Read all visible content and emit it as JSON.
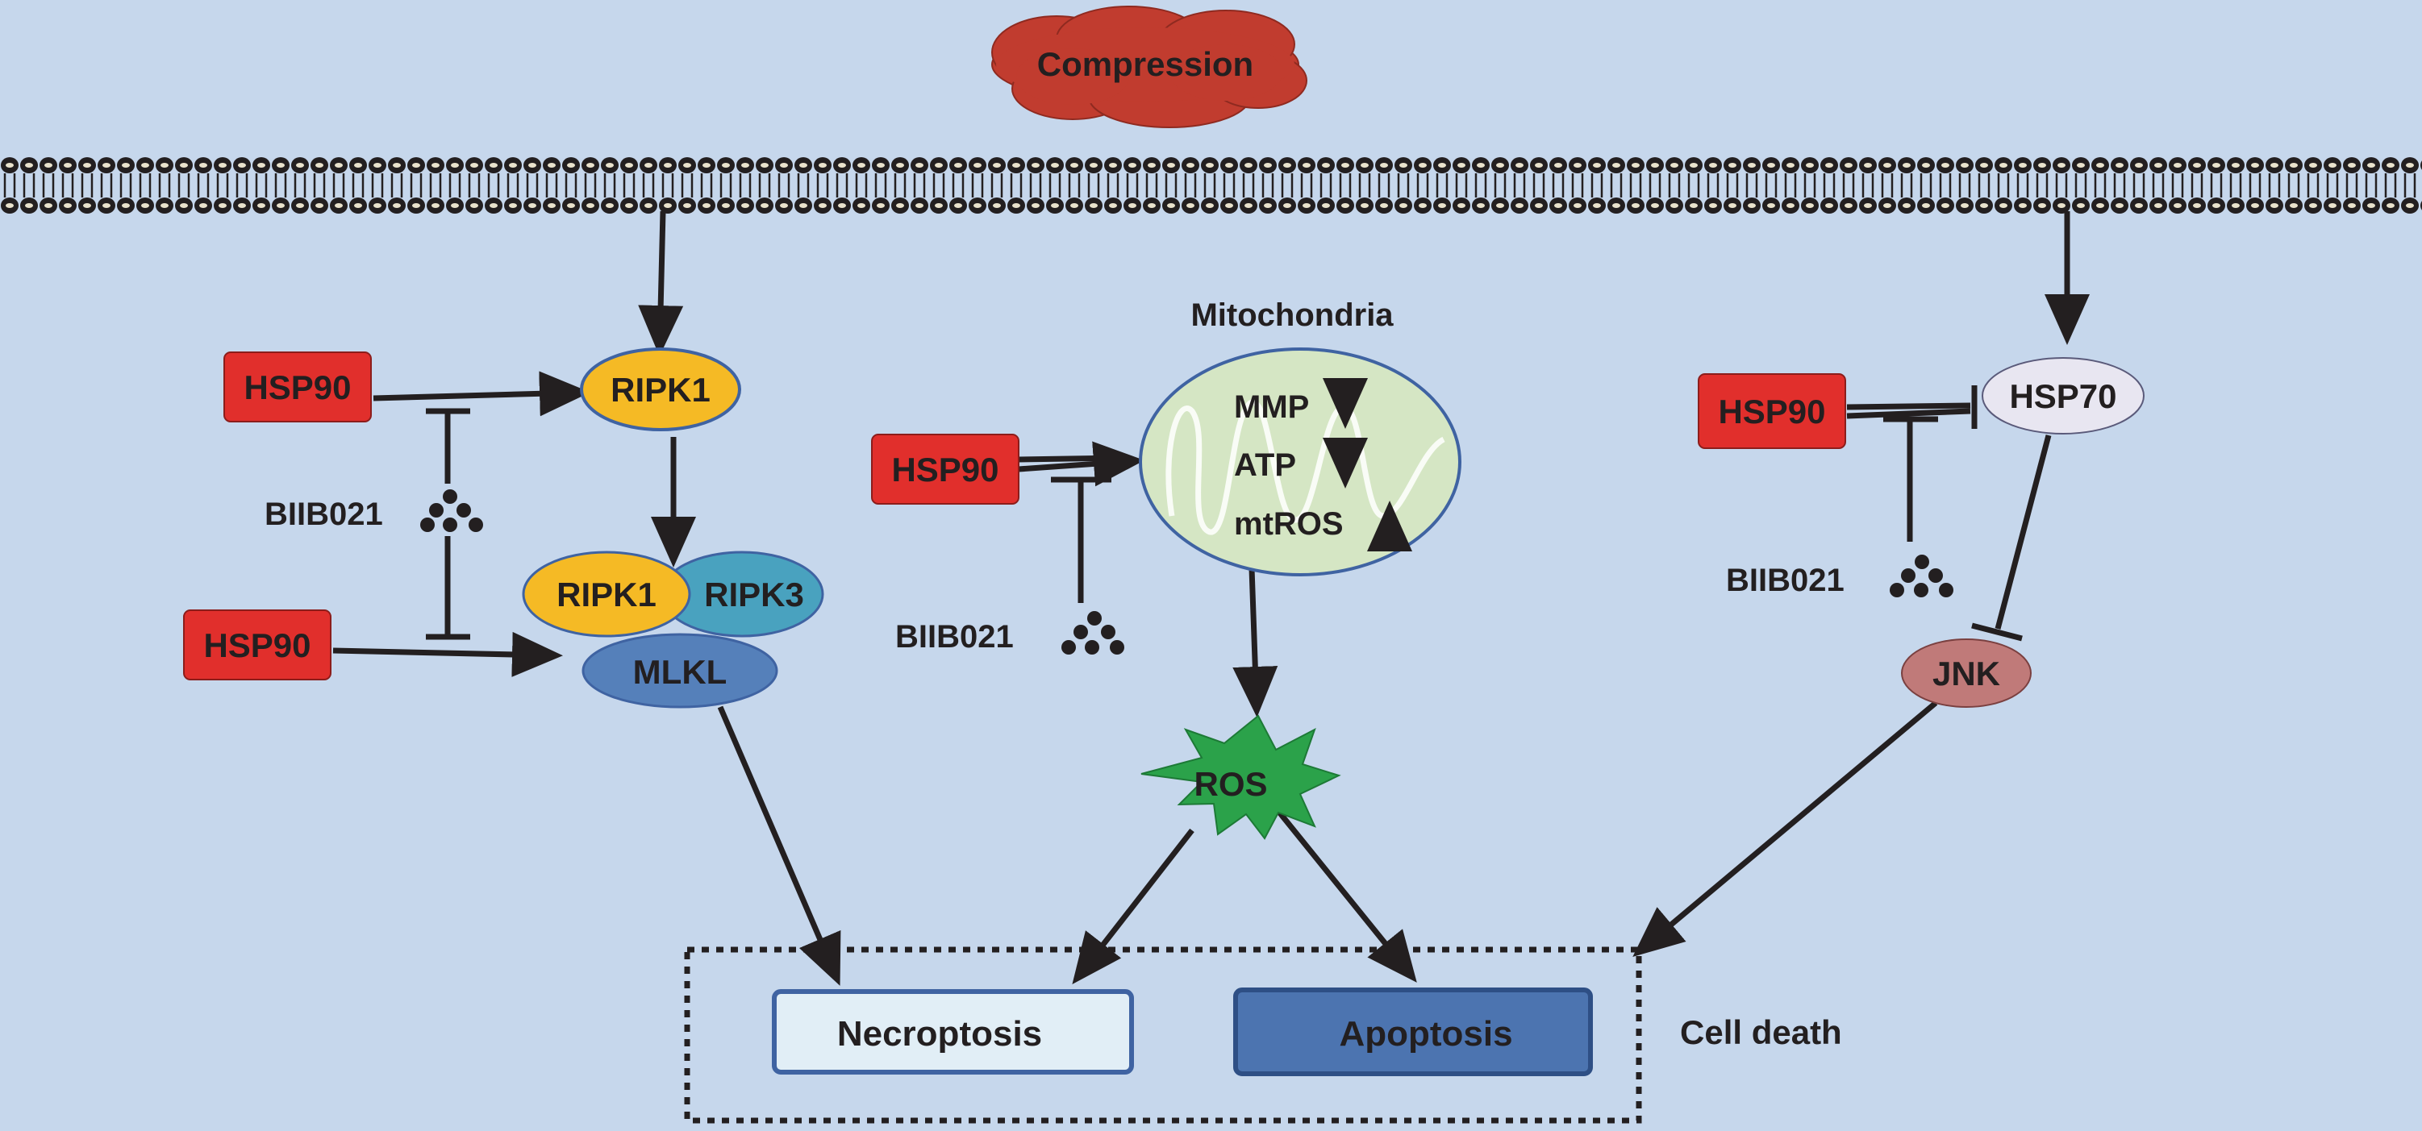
{
  "stimulus": "Compression",
  "mitochondria": {
    "title": "Mitochondria",
    "rows": [
      {
        "label": "MMP",
        "direction": "down"
      },
      {
        "label": "ATP",
        "direction": "down"
      },
      {
        "label": "mtROS",
        "direction": "up"
      }
    ]
  },
  "left_pathway": {
    "hsp90_top": "HSP90",
    "hsp90_bottom": "HSP90",
    "ripk1": "RIPK1",
    "complex": {
      "ripk1": "RIPK1",
      "ripk3": "RIPK3",
      "mlkl": "MLKL"
    },
    "inhibitor": "BIIB021"
  },
  "middle_pathway": {
    "hsp90": "HSP90",
    "inhibitor": "BIIB021",
    "ros": "ROS"
  },
  "right_pathway": {
    "hsp90": "HSP90",
    "hsp70": "HSP70",
    "jnk": "JNK",
    "inhibitor": "BIIB021"
  },
  "outcomes": {
    "necroptosis": "Necroptosis",
    "apoptosis": "Apoptosis",
    "group_label": "Cell death"
  },
  "colors": {
    "background": "#c6d7ec",
    "hsp90": "#e12f2c",
    "ripk1": "#f5ba25",
    "ripk3": "#49a2bf",
    "mlkl": "#5580ba",
    "mitochondria": "#d5e6c4",
    "ros": "#2ba24a",
    "hsp70": "#e8e6f1",
    "jnk": "#c07a79",
    "necroptosis": "#e1eef6",
    "apoptosis": "#4c74b0",
    "cloud": "#c13c2f",
    "arrow": "#231f20"
  }
}
